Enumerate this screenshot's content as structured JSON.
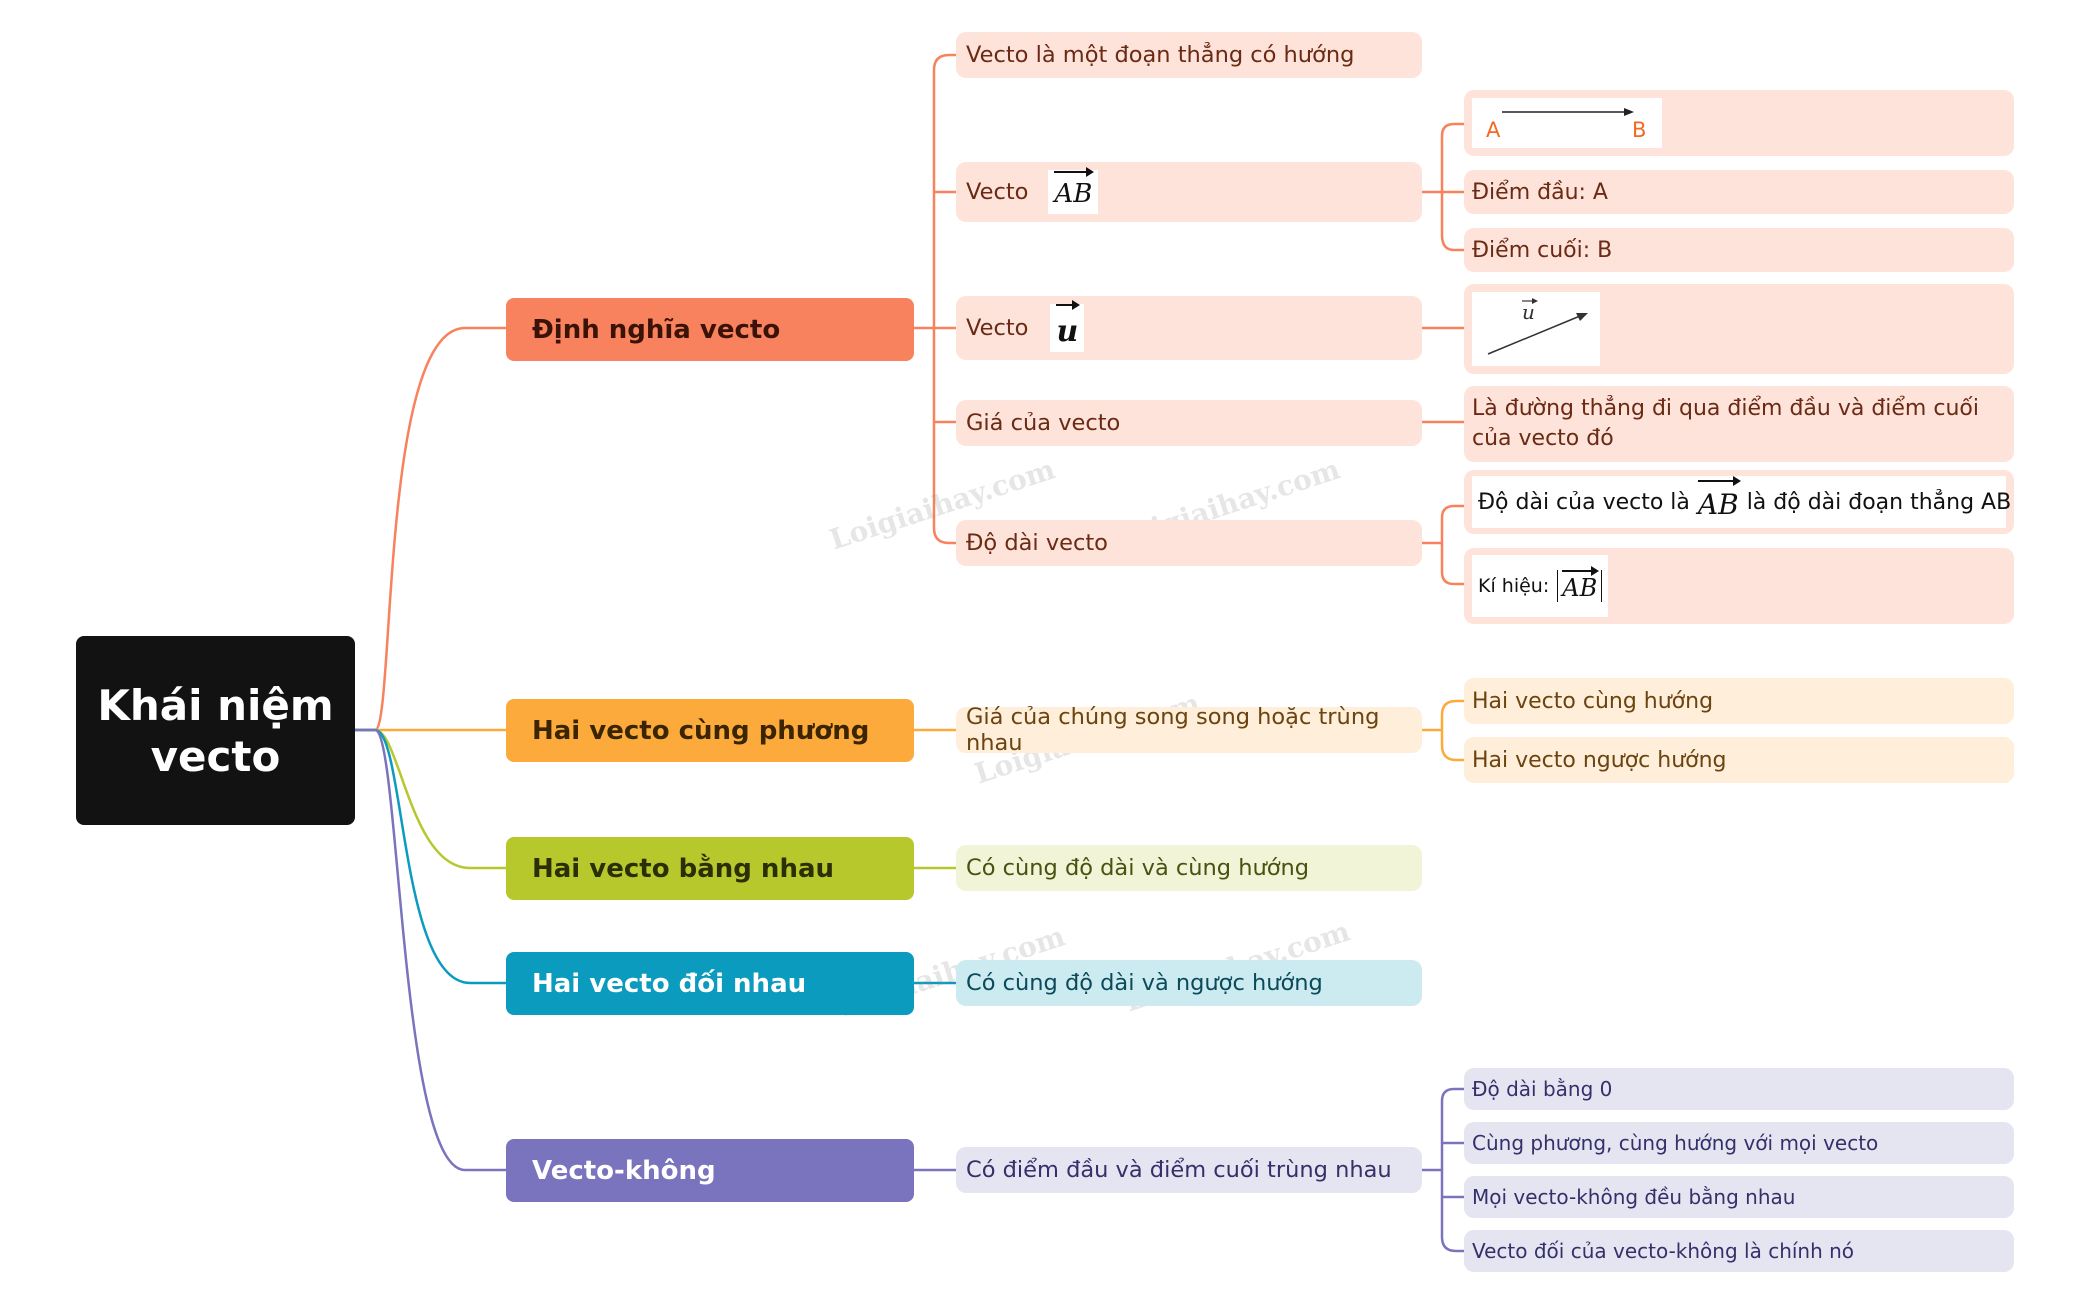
{
  "colors": {
    "root_bg": "#121212",
    "definition": "#F8825E",
    "collinear": "#FCAA3B",
    "equal": "#B7C82C",
    "opposite": "#0A9BBE",
    "zero": "#7A73BD",
    "definition_light": "#FDE3D9",
    "collinear_light": "#FEEEDA",
    "equal_light": "#F1F4D7",
    "opposite_light": "#CCEBF1",
    "zero_light": "#E5E5F2"
  },
  "root": {
    "label": "Khái niệm vecto"
  },
  "branches": {
    "definition": {
      "label": "Định nghĩa vecto",
      "items": {
        "def": "Vecto là một đoạn thẳng có hướng",
        "vec_ab": {
          "prefix": "Vecto",
          "symbol": "AB"
        },
        "vec_u": {
          "prefix": "Vecto",
          "symbol": "u"
        },
        "support": "Giá của vecto",
        "length": "Độ dài vecto"
      },
      "details": {
        "ab_point_a": "A",
        "ab_point_b": "B",
        "start_point": "Điểm đầu: A",
        "end_point": "Điểm cuối: B",
        "u_label": "u",
        "support_desc": "Là đường thẳng đi qua điểm đầu và điểm cuối của vecto đó",
        "length_desc_prefix": "Độ dài của vecto là",
        "length_desc_symbol": "AB",
        "length_desc_suffix": "là độ dài đoạn thẳng AB",
        "notation_prefix": "Kí hiệu:",
        "notation_symbol": "AB"
      }
    },
    "collinear": {
      "label": "Hai vecto cùng phương",
      "leaf": "Giá của chúng song song hoặc trùng nhau",
      "subs": [
        "Hai vecto cùng hướng",
        "Hai vecto ngược hướng"
      ]
    },
    "equal": {
      "label": "Hai vecto bằng nhau",
      "leaf": "Có cùng độ dài và cùng hướng"
    },
    "opposite": {
      "label": "Hai vecto đối nhau",
      "leaf": "Có cùng độ dài và ngược hướng"
    },
    "zero": {
      "label": "Vecto-không",
      "leaf": "Có điểm đầu và điểm cuối trùng nhau",
      "subs": [
        "Độ dài bằng 0",
        "Cùng phương, cùng hướng với mọi vecto",
        "Mọi vecto-không đều bằng nhau",
        "Vecto đối của vecto-không là chính nó"
      ]
    }
  },
  "watermark": "Loigiaihay.com"
}
